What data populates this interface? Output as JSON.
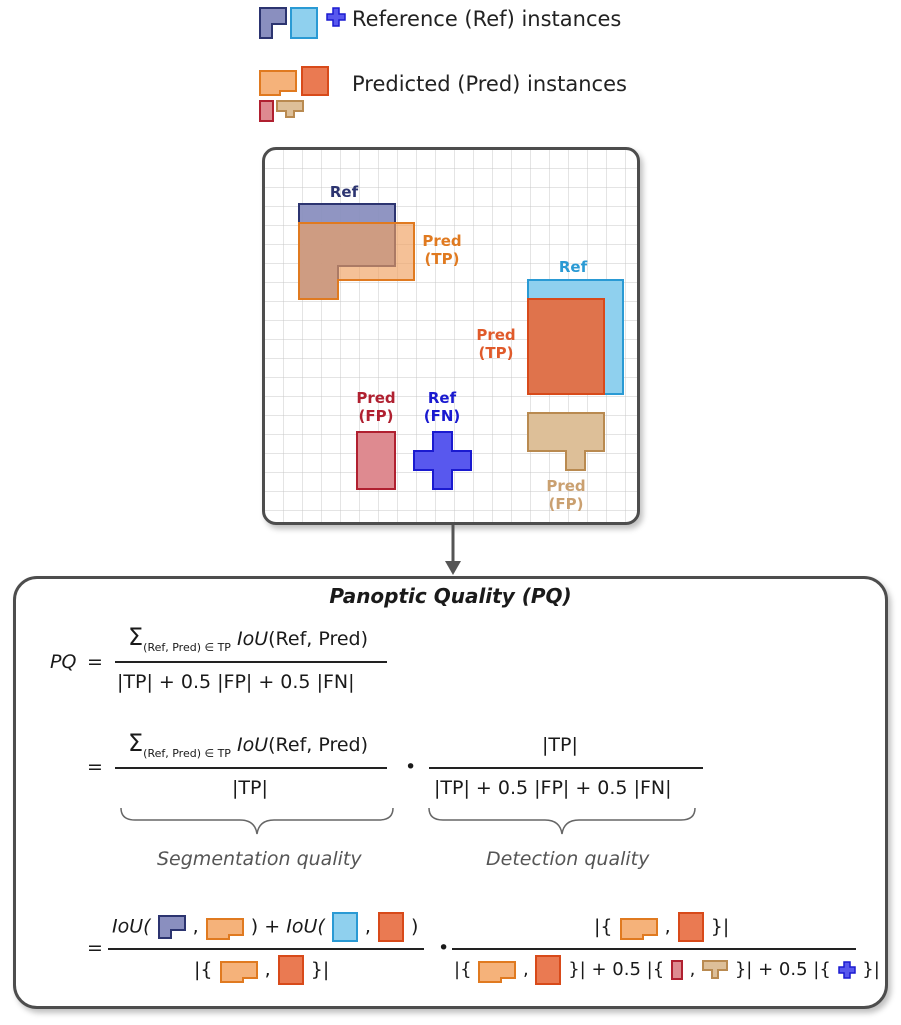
{
  "legend": {
    "reference": "Reference (Ref) instances",
    "predicted": "Predicted (Pred) instances"
  },
  "grid_labels": {
    "ref_l": "Ref",
    "pred_tp_orange": [
      "Pred",
      "(TP)"
    ],
    "ref_light": "Ref",
    "pred_tp_red": [
      "Pred",
      "(TP)"
    ],
    "pred_fp_red": [
      "Pred",
      "(FP)"
    ],
    "ref_fn_cross": [
      "Ref",
      "(FN)"
    ],
    "pred_fp_tan": [
      "Pred",
      "(FP)"
    ]
  },
  "formula": {
    "title": "Panoptic Quality (PQ)",
    "pq": "PQ",
    "equals": "=",
    "sigma": "Σ",
    "sum_sub": "(Ref, Pred) ∈ TP",
    "iou": "IoU",
    "iou_args": "(Ref, Pred)",
    "denom_full": "|TP| + 0.5 |FP| + 0.5 |FN|",
    "tp": "|TP|",
    "dot": "•",
    "segmentation_quality": "Segmentation quality",
    "detection_quality": "Detection quality",
    "iou_open": "IoU(",
    "comma": ",",
    "close_paren": ")",
    "plus": "+",
    "set_open": "|{",
    "set_close": "}|",
    "plus_half": "+ 0.5",
    "abs_open": "|{"
  },
  "colors": {
    "ref_dark": "#8a8fbf",
    "ref_light": "#8fd0ee",
    "ref_cross": "#5858ee",
    "pred_orange": "#f5b27a",
    "pred_red": "#ea7a52",
    "pred_fp_red": "#de8a90",
    "pred_tan": "#ddbf98"
  }
}
